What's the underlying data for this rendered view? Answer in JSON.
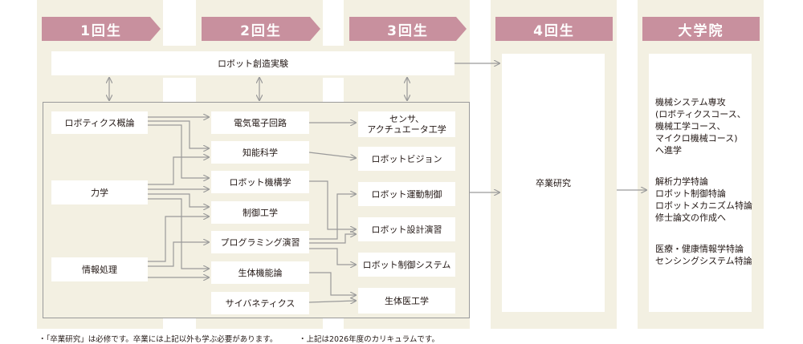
{
  "headers": {
    "year1": "1回生",
    "year2": "2回生",
    "year3": "3回生",
    "year4": "4回生",
    "graduate": "大学院"
  },
  "colors": {
    "header": "#c8909e",
    "column_bg": "#f3f0e2",
    "line": "#9a9a9a",
    "box": "#ffffff"
  },
  "top_course": "ロボット創造実験",
  "year1_courses": {
    "robotics_intro": "ロボティクス概論",
    "mechanics": "力学",
    "info_processing": "情報処理"
  },
  "year2_courses": {
    "electric_circuits": "電気電子回路",
    "intelligent_science": "知能科学",
    "robot_mechanics": "ロボット機構学",
    "control_eng": "制御工学",
    "programming": "プログラミング演習",
    "bio_function": "生体機能論",
    "cybernetics": "サイバネティクス"
  },
  "year3_courses": {
    "sensors": "センサ、\nアクチュエータ工学",
    "robot_vision": "ロボットビジョン",
    "motion_control": "ロボット運動制御",
    "design_exercise": "ロボット設計演習",
    "control_system": "ロボット制御システム",
    "biomedical": "生体医工学"
  },
  "year4_course": "卒業研究",
  "graduate": {
    "block1": "機械システム専攻\n(ロボティクスコース、\n機械工学コース、\nマイクロ機械コース)\nへ進学",
    "block2": "解析力学特論\nロボット制御特論\nロボットメカニズム特論\n修士論文の作成へ",
    "block3": "医療・健康情報学特論\nセンシングシステム特論"
  },
  "footnotes": {
    "note1": "・「卒業研究」は必修です。卒業には上記以外も学ぶ必要があります。",
    "note2": "・上記は2026年度のカリキュラムです。"
  }
}
